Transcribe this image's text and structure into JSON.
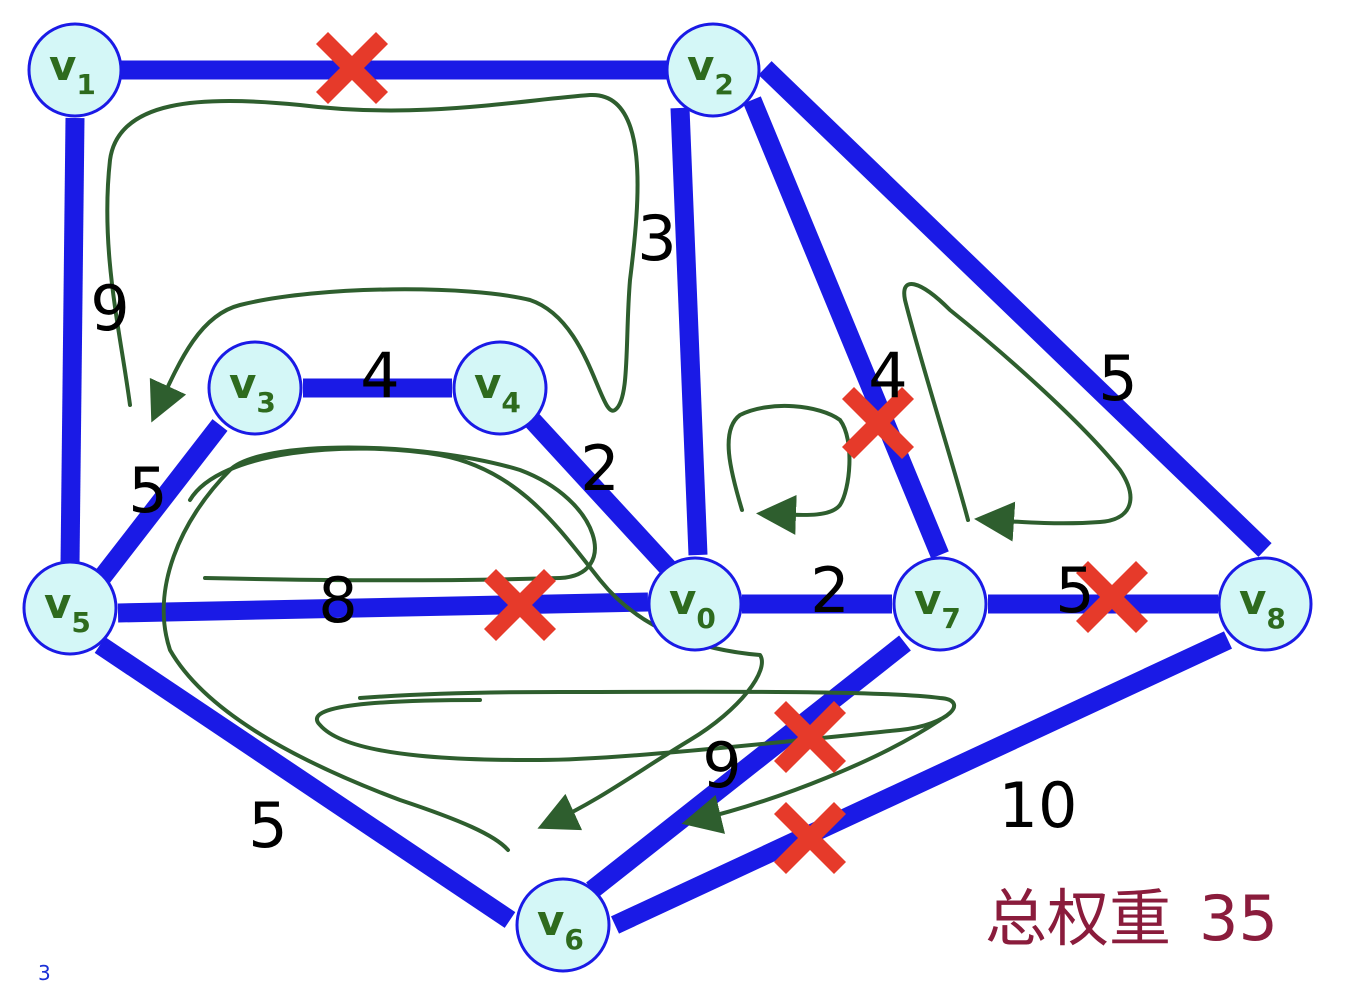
{
  "colors": {
    "edge": "#1a1ae6",
    "node_fill": "#d4f7f7",
    "node_stroke": "#1a1ae6",
    "cross": "#e63a2a",
    "trace": "#2e5e2e",
    "total_text": "#8a1c3c"
  },
  "nodes": [
    {
      "id": "v1",
      "base": "v",
      "sub": "1"
    },
    {
      "id": "v2",
      "base": "v",
      "sub": "2"
    },
    {
      "id": "v3",
      "base": "v",
      "sub": "3"
    },
    {
      "id": "v4",
      "base": "v",
      "sub": "4"
    },
    {
      "id": "v5",
      "base": "v",
      "sub": "5"
    },
    {
      "id": "v0",
      "base": "v",
      "sub": "0"
    },
    {
      "id": "v7",
      "base": "v",
      "sub": "7"
    },
    {
      "id": "v8",
      "base": "v",
      "sub": "8"
    },
    {
      "id": "v6",
      "base": "v",
      "sub": "6"
    }
  ],
  "edges": [
    {
      "from": "v1",
      "to": "v2",
      "weight": "",
      "removed": true
    },
    {
      "from": "v1",
      "to": "v5",
      "weight": "9",
      "removed": false
    },
    {
      "from": "v2",
      "to": "v0",
      "weight": "3",
      "removed": false
    },
    {
      "from": "v2",
      "to": "v7",
      "weight": "4",
      "removed": true
    },
    {
      "from": "v2",
      "to": "v8",
      "weight": "5",
      "removed": false
    },
    {
      "from": "v3",
      "to": "v4",
      "weight": "4",
      "removed": false
    },
    {
      "from": "v3",
      "to": "v5",
      "weight": "5",
      "removed": false
    },
    {
      "from": "v4",
      "to": "v0",
      "weight": "2",
      "removed": false
    },
    {
      "from": "v5",
      "to": "v0",
      "weight": "8",
      "removed": true
    },
    {
      "from": "v0",
      "to": "v7",
      "weight": "2",
      "removed": false
    },
    {
      "from": "v7",
      "to": "v8",
      "weight": "5",
      "removed": true
    },
    {
      "from": "v5",
      "to": "v6",
      "weight": "5",
      "removed": false
    },
    {
      "from": "v7",
      "to": "v6",
      "weight": "9",
      "removed": true
    },
    {
      "from": "v8",
      "to": "v6",
      "weight": "10",
      "removed": true
    }
  ],
  "total_label": "总权重",
  "total_value": "35",
  "page_number": "3"
}
